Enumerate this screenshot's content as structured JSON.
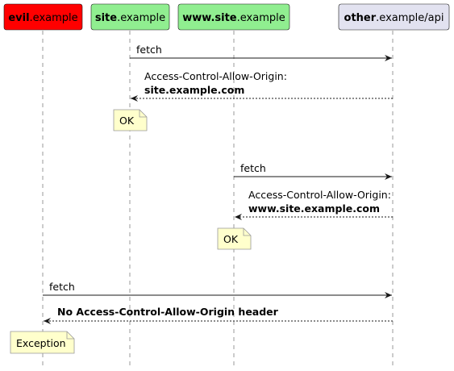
{
  "participants": [
    {
      "bold": "evil",
      "rest": ".example",
      "fill": "#ff0000"
    },
    {
      "bold": "site",
      "rest": ".example",
      "fill": "#90ee90"
    },
    {
      "bold": "www.site",
      "rest": ".example",
      "fill": "#90ee90"
    },
    {
      "bold": "other",
      "rest": ".example/api",
      "fill": "#e2e2f0"
    }
  ],
  "messages": {
    "fetch_1": "fetch",
    "response_1_line1": "Access-Control-Allow-Origin:",
    "response_1_line2": "site.example.com",
    "note_1": "OK",
    "fetch_2": "fetch",
    "response_2_line1": "Access-Control-Allow-Origin:",
    "response_2_line2": "www.site.example.com",
    "note_2": "OK",
    "fetch_3": "fetch",
    "response_3": "No Access-Control-Allow-Origin header",
    "note_3": "Exception"
  },
  "colors": {
    "note_fill": "#ffffcc",
    "note_border": "#999999",
    "lifeline": "#999999"
  }
}
